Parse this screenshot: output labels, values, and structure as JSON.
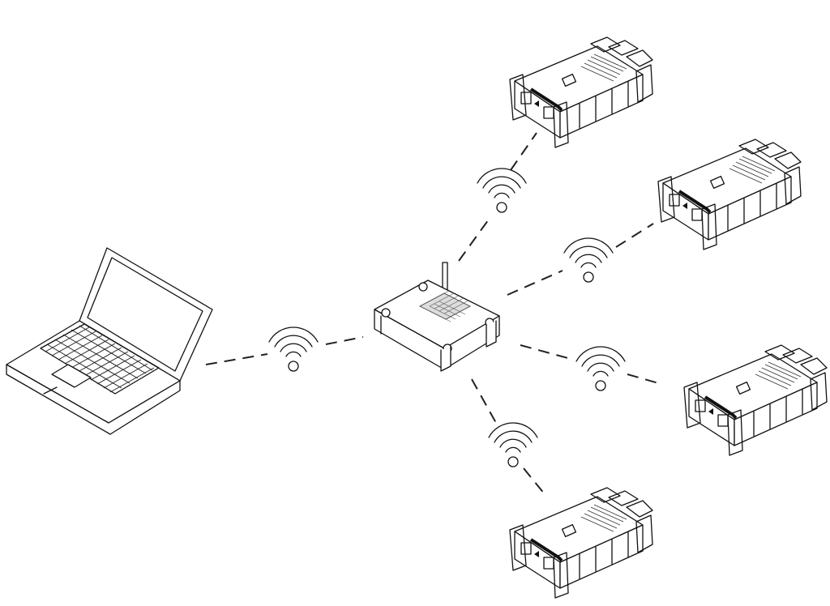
{
  "diagram": {
    "kind": "wireless-network-topology",
    "background": "#ffffff",
    "line_color": "#111111",
    "nodes": [
      {
        "id": "laptop",
        "type": "laptop",
        "role": "client"
      },
      {
        "id": "router",
        "type": "wireless-router",
        "role": "access-point"
      },
      {
        "id": "device-1",
        "type": "diagnostic-interface"
      },
      {
        "id": "device-2",
        "type": "diagnostic-interface"
      },
      {
        "id": "device-3",
        "type": "diagnostic-interface"
      },
      {
        "id": "device-4",
        "type": "diagnostic-interface"
      }
    ],
    "links": [
      {
        "from": "laptop",
        "to": "router",
        "style": "dashed",
        "icon": "wifi-icon"
      },
      {
        "from": "router",
        "to": "device-1",
        "style": "dashed",
        "icon": "wifi-icon"
      },
      {
        "from": "router",
        "to": "device-2",
        "style": "dashed",
        "icon": "wifi-icon"
      },
      {
        "from": "router",
        "to": "device-3",
        "style": "dashed",
        "icon": "wifi-icon"
      },
      {
        "from": "router",
        "to": "device-4",
        "style": "dashed",
        "icon": "wifi-icon"
      }
    ]
  }
}
